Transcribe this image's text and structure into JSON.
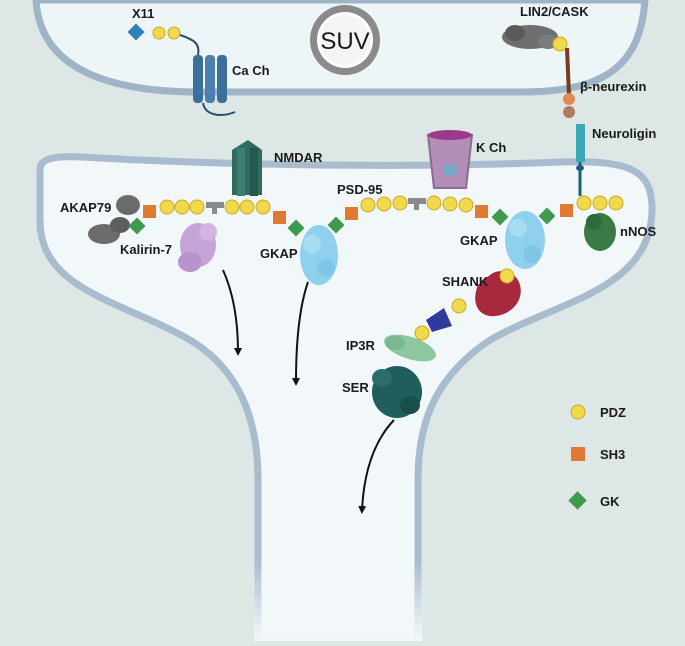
{
  "title": "",
  "vesicle": {
    "label": "SUV"
  },
  "labels": {
    "x11": "X11",
    "ca_channel": "Ca Ch",
    "lin2_cask": "LIN2/CASK",
    "beta_neurexin": "β-neurexin",
    "neuroligin": "Neuroligin",
    "nmdar": "NMDAR",
    "k_channel": "K Ch",
    "psd95": "PSD-95",
    "akap79": "AKAP79",
    "kalirin7": "Kalirin-7",
    "gkap_left": "GKAP",
    "gkap_right": "GKAP",
    "nnos": "nNOS",
    "shank": "SHANK",
    "ip3r": "IP3R",
    "ser": "SER"
  },
  "legend": [
    {
      "shape": "circle",
      "label": "PDZ",
      "color": "#f2d84b"
    },
    {
      "shape": "square",
      "label": "SH3",
      "color": "#e07a32"
    },
    {
      "shape": "diamond",
      "label": "GK",
      "color": "#3d9a4f"
    }
  ],
  "colors": {
    "background": "#dde7e5",
    "cell_interior": "#f2f8fa",
    "membrane": "#a9bccd",
    "pdz": "#f2d84b",
    "sh3": "#e07a32",
    "gk": "#3d9a4f",
    "nmdar": "#2f6b5e",
    "ca_channel": "#3c6f9c",
    "k_channel": "#b38fb8",
    "gkap": "#8fd0ee",
    "shank": "#a8283e",
    "ip3r": "#8cc79e",
    "ser": "#1f5e5a",
    "kalirin": "#c6a3d8",
    "nnos": "#3a7a45",
    "akap": "#6b6b6b",
    "linker": "#8a8a8a",
    "neuroligin": "#3aa8b5",
    "neurexin": "#7a3a1c",
    "arrow": "#111111"
  }
}
